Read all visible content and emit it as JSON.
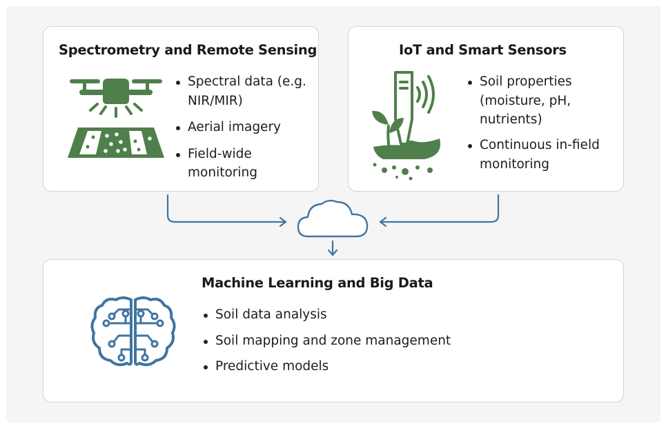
{
  "colors": {
    "green": "#4f7f4a",
    "blue": "#3f74a0",
    "card_border": "#d3d3d3",
    "background": "#f5f5f5"
  },
  "cards": {
    "remote_sensing": {
      "title": "Spectrometry and Remote Sensing",
      "icon": "drone-over-field-icon",
      "bullets": [
        "Spectral data (e.g. NIR/MIR)",
        "Aerial imagery",
        "Field-wide monitoring"
      ]
    },
    "iot": {
      "title": "IoT and Smart Sensors",
      "icon": "soil-sensor-icon",
      "bullets": [
        "Soil properties (moisture, pH, nutrients)",
        "Continuous in-field monitoring"
      ]
    },
    "ml": {
      "title": "Machine Learning and Big Data",
      "icon": "circuit-brain-icon",
      "bullets": [
        "Soil data analysis",
        "Soil mapping and zone management",
        "Predictive models"
      ]
    }
  },
  "hub": {
    "icon": "cloud-icon"
  }
}
